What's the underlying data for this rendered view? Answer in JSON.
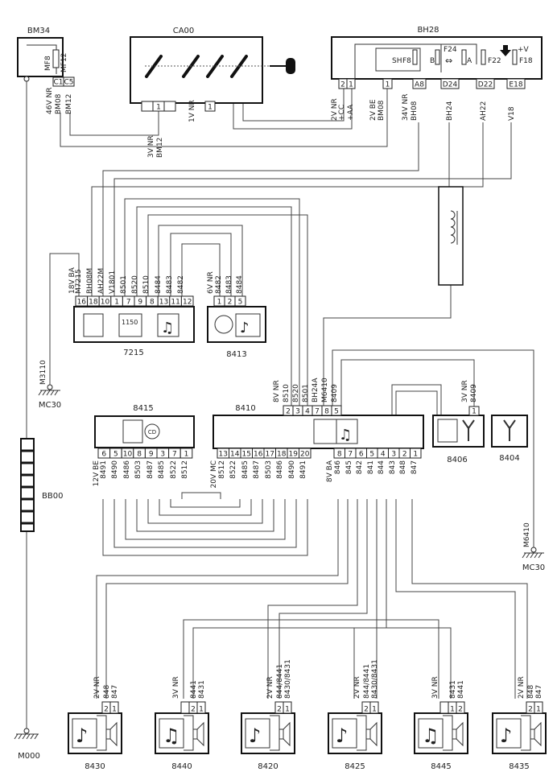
{
  "components": {
    "bm34": {
      "label": "BM34",
      "fuses": [
        "MF8",
        "MF12"
      ],
      "pins": [
        "C1",
        "C5"
      ],
      "wires": [
        "46V NR",
        "BM08",
        "BM12"
      ]
    },
    "ca00": {
      "label": "CA00",
      "pins_a": [
        "",
        "1",
        ""
      ],
      "pins_b": [
        "1"
      ],
      "wires_a": [
        "3V NR",
        "BM12"
      ],
      "wires_b": [
        "1V NR"
      ]
    },
    "bh28": {
      "label": "BH28",
      "fuses": [
        "SH",
        "F8",
        "F24",
        "B",
        "A",
        "F22",
        "+V",
        "F18"
      ],
      "pins": [
        "2",
        "1",
        "1",
        "A8",
        "D24",
        "D22",
        "E18"
      ],
      "wires": [
        "2V NR",
        "+CC",
        "+AA",
        "2V BE",
        "BM08",
        "34V NR",
        "BH08",
        "BH24",
        "AH22",
        "V18"
      ]
    },
    "c7215": {
      "label": "7215",
      "pins": [
        "16",
        "18",
        "10",
        "1",
        "7",
        "9",
        "8",
        "13",
        "11",
        "12"
      ],
      "wires": [
        "18V BA",
        "M7215",
        "BH08M",
        "AH22M",
        "V1801",
        "8501",
        "8520",
        "8510",
        "8484",
        "8483",
        "8482"
      ],
      "display": "1150"
    },
    "c8413": {
      "label": "8413",
      "pins": [
        "1",
        "2",
        "5"
      ],
      "wires": [
        "6V NR",
        "8482",
        "8483",
        "8484"
      ]
    },
    "m3110": {
      "wire": "M3110",
      "label": "MC30"
    },
    "c8415": {
      "label": "8415",
      "pins": [
        "6",
        "5",
        "10",
        "8",
        "9",
        "3",
        "7",
        "1"
      ],
      "wires": [
        "12V BE",
        "8491",
        "8490",
        "8486",
        "8503",
        "8487",
        "8485",
        "8522",
        "8512"
      ],
      "cd": "CD"
    },
    "c8410": {
      "label": "8410",
      "pins_top": [
        "2",
        "3",
        "4",
        "7",
        "8",
        "5"
      ],
      "wires_top": [
        "8V NR",
        "8510",
        "8520",
        "8501",
        "BH24A",
        "M6410",
        "8409"
      ],
      "pins_b1": [
        "13",
        "14",
        "15",
        "16",
        "17",
        "18",
        "19",
        "20"
      ],
      "wires_b1": [
        "20V MC",
        "8512",
        "8522",
        "8485",
        "8487",
        "8503",
        "8486",
        "8490",
        "8491"
      ],
      "pins_b2": [
        "8",
        "7",
        "6",
        "5",
        "4",
        "3",
        "2",
        "1"
      ],
      "wires_b2": [
        "8V BA",
        "846",
        "845",
        "842",
        "841",
        "844",
        "843",
        "848",
        "847"
      ]
    },
    "c8406": {
      "label": "8406",
      "pins": [
        "1"
      ],
      "wires": [
        "3V NR",
        "8409"
      ]
    },
    "c8404": {
      "label": "8404"
    },
    "m6410": {
      "wire": "M6410",
      "label": "MC30"
    },
    "bb00": {
      "label": "BB00"
    },
    "m000": {
      "label": "M000"
    },
    "speakers": [
      {
        "label": "8430",
        "pins": [
          "2",
          "1"
        ],
        "wires": [
          "2V NR",
          "848",
          "847"
        ],
        "icon": "single-note"
      },
      {
        "label": "8440",
        "pins": [
          "",
          "2",
          "1"
        ],
        "wires": [
          "3V NR",
          "8441",
          "8431"
        ],
        "icon": "double-note"
      },
      {
        "label": "8420",
        "pins": [
          "2",
          "1"
        ],
        "wires": [
          "2V NR",
          "844/8441",
          "8430/8431"
        ],
        "icon": "single-note"
      },
      {
        "label": "8425",
        "pins": [
          "2",
          "1"
        ],
        "wires": [
          "2V NR",
          "844/8441",
          "8430/8431"
        ],
        "icon": "single-note"
      },
      {
        "label": "8445",
        "pins": [
          "",
          "1",
          "2"
        ],
        "wires": [
          "3V NR",
          "8431",
          "8441"
        ],
        "icon": "double-note"
      },
      {
        "label": "8435",
        "pins": [
          "2",
          "1"
        ],
        "wires": [
          "2V NR",
          "848",
          "847"
        ],
        "icon": "single-note"
      }
    ]
  }
}
